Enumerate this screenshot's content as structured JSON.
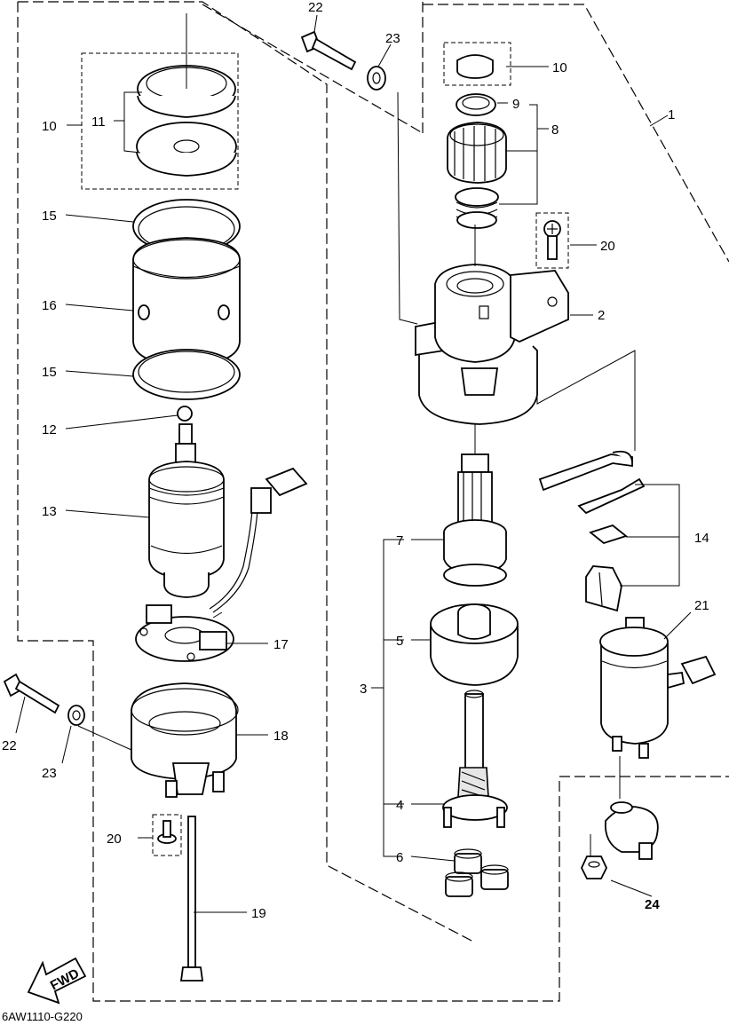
{
  "labels": {
    "l1": "1",
    "l2": "2",
    "l3": "3",
    "l4": "4",
    "l5": "5",
    "l6": "6",
    "l7": "7",
    "l8": "8",
    "l9": "9",
    "l10a": "10",
    "l10b": "10",
    "l11": "11",
    "l12": "12",
    "l13": "13",
    "l14": "14",
    "l15a": "15",
    "l15b": "15",
    "l16": "16",
    "l17": "17",
    "l18": "18",
    "l19": "19",
    "l20a": "20",
    "l20b": "20",
    "l21": "21",
    "l22a": "22",
    "l22b": "22",
    "l23a": "23",
    "l23b": "23",
    "l24": "24"
  },
  "fwd_text": "FWD",
  "drawing_code": "6AW1110-G220"
}
